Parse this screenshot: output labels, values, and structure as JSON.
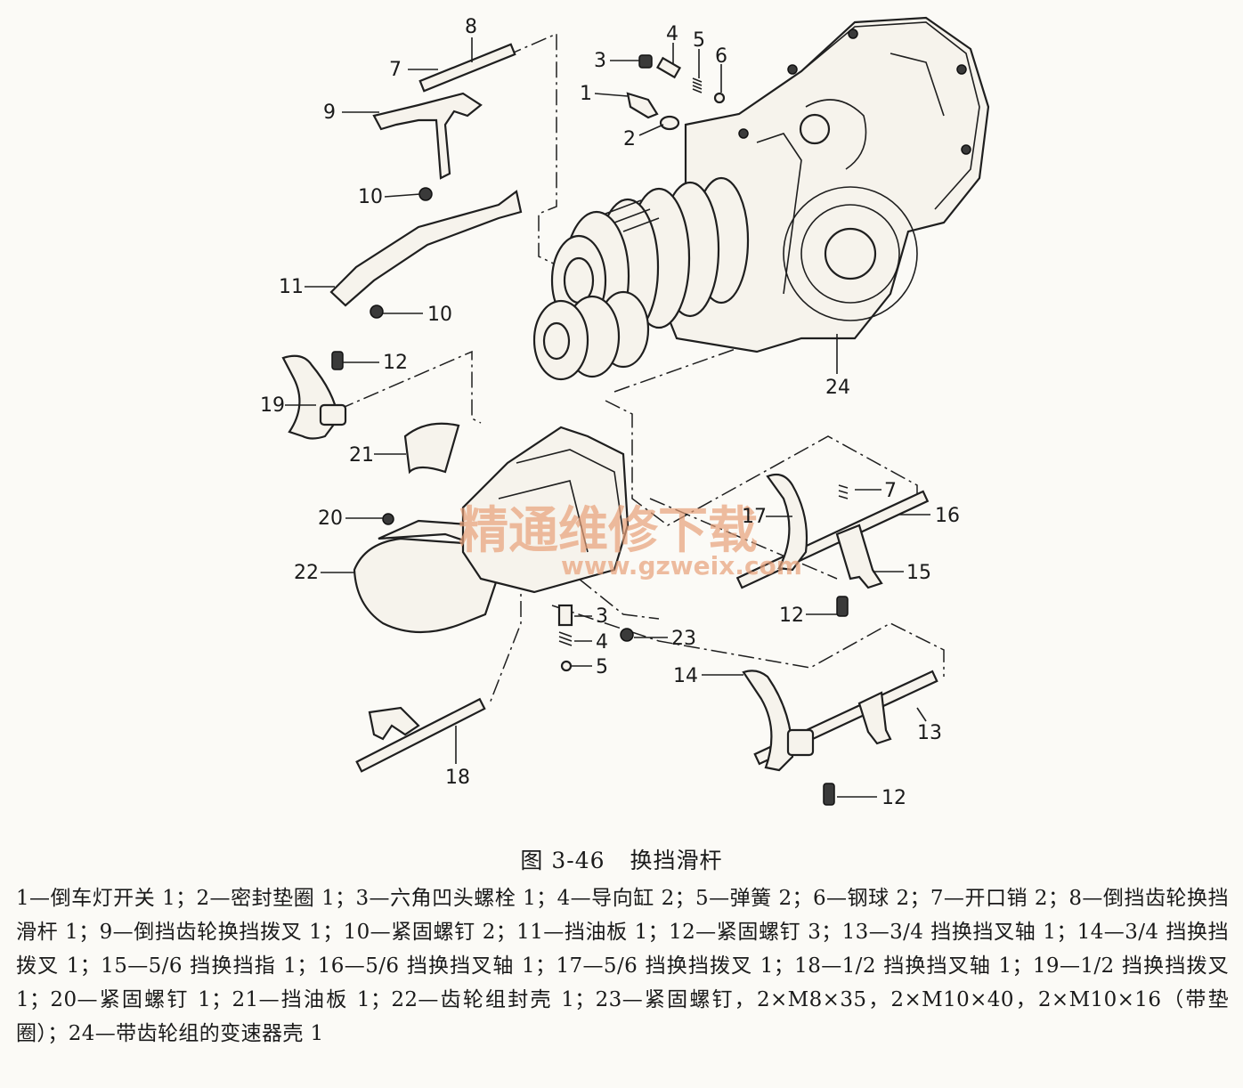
{
  "figure": {
    "number": "图 3-46",
    "title": "换挡滑杆"
  },
  "watermark": {
    "text": "精通维修下载",
    "url": "www.gzweix.com"
  },
  "callouts": [
    "1",
    "2",
    "3",
    "4",
    "5",
    "6",
    "7",
    "8",
    "9",
    "10",
    "10",
    "11",
    "12",
    "19",
    "21",
    "20",
    "22",
    "24",
    "7",
    "17",
    "16",
    "15",
    "12",
    "3",
    "4",
    "5",
    "23",
    "14",
    "13",
    "18",
    "12"
  ],
  "legend": "1—倒车灯开关 1；2—密封垫圈 1；3—六角凹头螺栓 1；4—导向缸 2；5—弹簧 2；6—钢球 2；7—开口销 2；8—倒挡齿轮换挡滑杆 1；9—倒挡齿轮换挡拨叉 1；10—紧固螺钉 2；11—挡油板 1；12—紧固螺钉 3；13—3/4 挡换挡叉轴 1；14—3/4 挡换挡拨叉 1；15—5/6 挡换挡指 1；16—5/6 挡换挡叉轴 1；17—5/6 挡换挡拨叉 1；18—1/2 挡换挡叉轴 1；19—1/2 挡换挡拨叉 1；20—紧固螺钉 1；21—挡油板 1；22—齿轮组封壳 1；23—紧固螺钉，2×M8×35，2×M10×40，2×M10×16（带垫圈）；24—带齿轮组的变速器壳 1"
}
